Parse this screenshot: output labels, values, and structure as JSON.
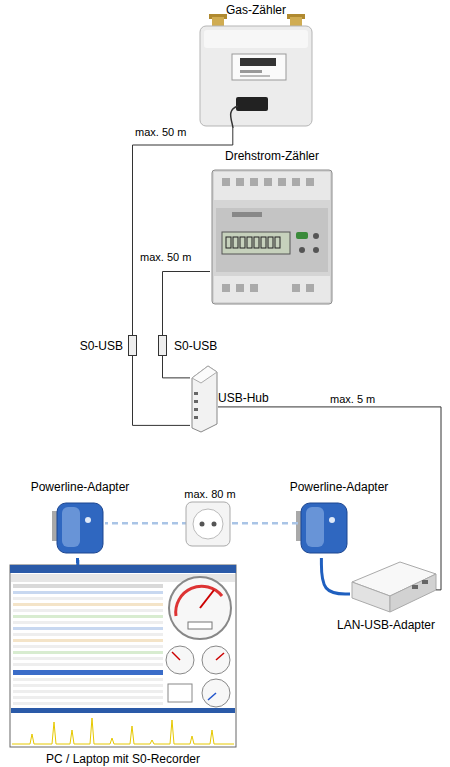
{
  "diagram": {
    "nodes": [
      {
        "text": [
          "Gas-Zähler"
        ]
      },
      {
        "text": [
          "Drehstrom-Zähler"
        ]
      },
      {
        "text": [
          "S0-USB"
        ]
      },
      {
        "text": [
          "S0-USB"
        ]
      },
      {
        "text": [
          "USB-Hub"
        ]
      },
      {
        "text": [
          "Powerline-Adapter"
        ]
      },
      {
        "text": [
          "Powerline-Adapter"
        ]
      },
      {
        "text": [
          "LAN-USB-Adapter"
        ]
      },
      {
        "text": [
          "PC / Laptop mit S0-Recorder"
        ]
      }
    ],
    "edges": [
      {
        "from": 0,
        "to": 2,
        "label": "max. 50 m",
        "arrow": "none"
      },
      {
        "from": 1,
        "to": 3,
        "label": "max. 50 m",
        "arrow": "none"
      },
      {
        "from": 2,
        "to": 4,
        "arrow": "none"
      },
      {
        "from": 3,
        "to": 4,
        "arrow": "none"
      },
      {
        "from": 4,
        "to": 7,
        "label": "max. 5 m",
        "arrow": "none"
      },
      {
        "from": 7,
        "to": 6,
        "arrow": "none"
      },
      {
        "from": 6,
        "to": 5,
        "label": "max. 80 m",
        "arrow": "none"
      },
      {
        "from": 5,
        "to": 8,
        "arrow": "none"
      }
    ]
  }
}
